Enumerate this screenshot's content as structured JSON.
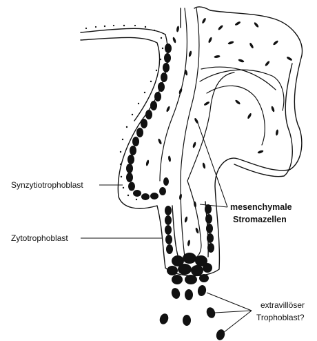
{
  "labels": {
    "synzytiotrophoblast": "Synzytiotrophoblast",
    "zytotrophoblast": "Zytotrophoblast",
    "mesenchymale_line1": "mesenchymale",
    "mesenchymale_line2": "Stromazellen",
    "extravillous_line1": "extravillöser",
    "extravillous_line2": "Trophoblast?"
  },
  "colors": {
    "ink": "#111111",
    "background": "#ffffff"
  }
}
